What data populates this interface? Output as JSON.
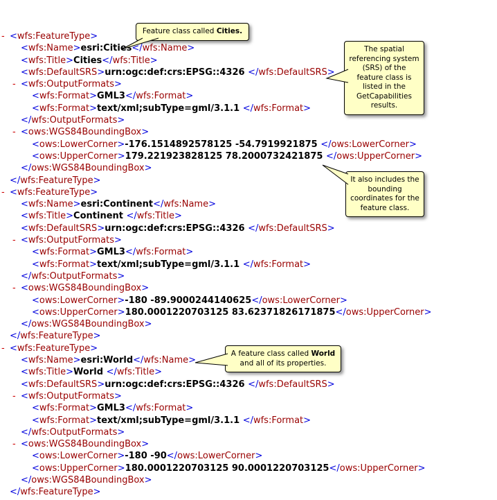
{
  "colors": {
    "page_bg": "#ffffff",
    "tag_name": "#990000",
    "bracket": "#0000dd",
    "text_value": "#000000",
    "collapse_marker": "#cc0000",
    "callout_bg": "#ffffc6",
    "callout_border": "#000000"
  },
  "xml": {
    "collapse_marker": "-",
    "lines": [
      {
        "i": 0,
        "m": true,
        "open": "wfs:FeatureType"
      },
      {
        "i": 1,
        "open": "wfs:Name",
        "text": "esri:Cities",
        "close": "wfs:Name"
      },
      {
        "i": 1,
        "open": "wfs:Title",
        "text": "Cities",
        "close": "wfs:Title"
      },
      {
        "i": 1,
        "open": "wfs:DefaultSRS",
        "text": "urn:ogc:def:crs:EPSG::4326 ",
        "close": "wfs:DefaultSRS"
      },
      {
        "i": 1,
        "m": true,
        "open": "wfs:OutputFormats"
      },
      {
        "i": 2,
        "open": "wfs:Format",
        "text": "GML3",
        "close": "wfs:Format"
      },
      {
        "i": 2,
        "open": "wfs:Format",
        "text": "text/xml;subType=gml/3.1.1 ",
        "close": "wfs:Format"
      },
      {
        "i": 1,
        "close": "wfs:OutputFormats"
      },
      {
        "i": 1,
        "m": true,
        "open": "ows:WGS84BoundingBox"
      },
      {
        "i": 2,
        "open": "ows:LowerCorner",
        "text": "-176.1514892578125 -54.7919921875 ",
        "close": "ows:LowerCorner"
      },
      {
        "i": 2,
        "open": "ows:UpperCorner",
        "text": "179.221923828125 78.2000732421875 ",
        "close": "ows:UpperCorner"
      },
      {
        "i": 1,
        "close": "ows:WGS84BoundingBox"
      },
      {
        "i": 0,
        "close": "wfs:FeatureType"
      },
      {
        "i": 0,
        "m": true,
        "open": "wfs:FeatureType"
      },
      {
        "i": 1,
        "open": "wfs:Name",
        "text": "esri:Continent",
        "close": "wfs:Name"
      },
      {
        "i": 1,
        "open": "wfs:Title",
        "text": "Continent ",
        "close": "wfs:Title"
      },
      {
        "i": 1,
        "open": "wfs:DefaultSRS",
        "text": "urn:ogc:def:crs:EPSG::4326 ",
        "close": "wfs:DefaultSRS"
      },
      {
        "i": 1,
        "m": true,
        "open": "wfs:OutputFormats"
      },
      {
        "i": 2,
        "open": "wfs:Format",
        "text": "GML3",
        "close": "wfs:Format"
      },
      {
        "i": 2,
        "open": "wfs:Format",
        "text": "text/xml;subType=gml/3.1.1 ",
        "close": "wfs:Format"
      },
      {
        "i": 1,
        "close": "wfs:OutputFormats"
      },
      {
        "i": 1,
        "m": true,
        "open": "ows:WGS84BoundingBox"
      },
      {
        "i": 2,
        "open": "ows:LowerCorner",
        "text": "-180 -89.9000244140625",
        "close": "ows:LowerCorner"
      },
      {
        "i": 2,
        "open": "ows:UpperCorner",
        "text": "180.0001220703125 83.62371826171875",
        "close": "ows:UpperCorner"
      },
      {
        "i": 1,
        "close": "ows:WGS84BoundingBox"
      },
      {
        "i": 0,
        "close": "wfs:FeatureType"
      },
      {
        "i": 0,
        "m": true,
        "open": "wfs:FeatureType"
      },
      {
        "i": 1,
        "open": "wfs:Name",
        "text": "esri:World",
        "close": "wfs:Name"
      },
      {
        "i": 1,
        "open": "wfs:Title",
        "text": "World ",
        "close": "wfs:Title"
      },
      {
        "i": 1,
        "open": "wfs:DefaultSRS",
        "text": "urn:ogc:def:crs:EPSG::4326 ",
        "close": "wfs:DefaultSRS"
      },
      {
        "i": 1,
        "m": true,
        "open": "wfs:OutputFormats"
      },
      {
        "i": 2,
        "open": "wfs:Format",
        "text": "GML3",
        "close": "wfs:Format"
      },
      {
        "i": 2,
        "open": "wfs:Format",
        "text": "text/xml;subType=gml/3.1.1 ",
        "close": "wfs:Format"
      },
      {
        "i": 1,
        "close": "wfs:OutputFormats"
      },
      {
        "i": 1,
        "m": true,
        "open": "ows:WGS84BoundingBox"
      },
      {
        "i": 2,
        "open": "ows:LowerCorner",
        "text": "-180 -90",
        "close": "ows:LowerCorner"
      },
      {
        "i": 2,
        "open": "ows:UpperCorner",
        "text": "180.0001220703125 90.0001220703125",
        "close": "ows:UpperCorner"
      },
      {
        "i": 1,
        "close": "ows:WGS84BoundingBox"
      },
      {
        "i": 0,
        "close": "wfs:FeatureType"
      }
    ]
  },
  "callouts": [
    {
      "name": "cities",
      "segments": [
        {
          "t": "Feature class called ",
          "b": false
        },
        {
          "t": "Cities.",
          "b": true
        }
      ]
    },
    {
      "name": "srs",
      "segments": [
        {
          "t": "The spatial referencing system (SRS) of the feature class is listed in the GetCapabilities results.",
          "b": false
        }
      ]
    },
    {
      "name": "bounding",
      "segments": [
        {
          "t": "It also includes the bounding coordinates for the feature class.",
          "b": false
        }
      ]
    },
    {
      "name": "world",
      "segments": [
        {
          "t": "A feature class called ",
          "b": false
        },
        {
          "t": "World",
          "b": true
        },
        {
          "t": " and all of its properties.",
          "b": false
        }
      ]
    }
  ]
}
